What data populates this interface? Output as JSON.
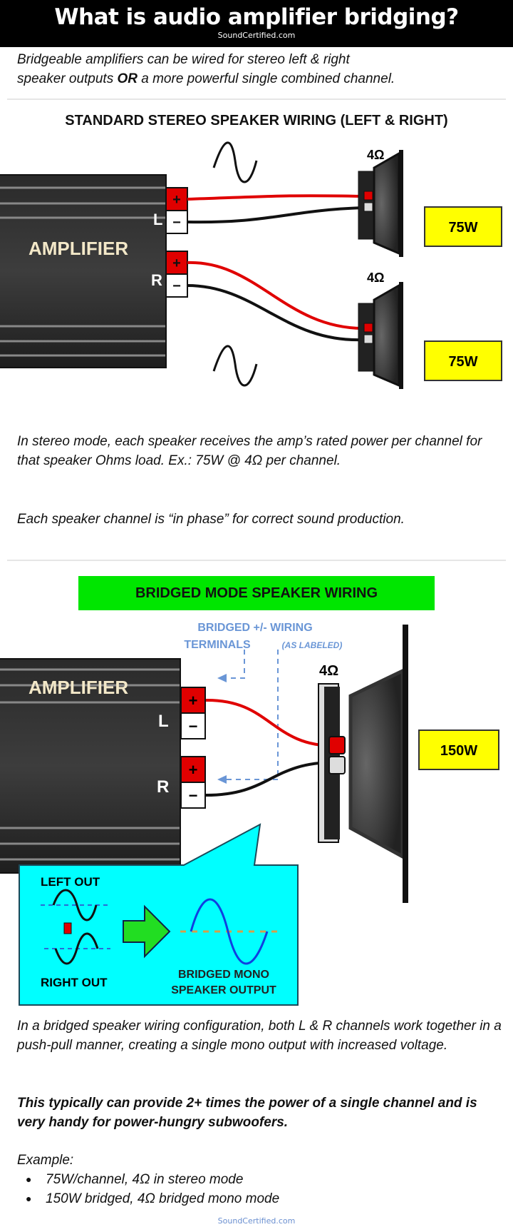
{
  "header": {
    "title": "What is audio amplifier bridging?",
    "site": "SoundCertified.com"
  },
  "intro": {
    "line1": "Bridgeable amplifiers can be wired for stereo left & right",
    "line2_pre": "speaker outputs ",
    "line2_bold": "OR",
    "line2_post": " a more powerful single combined channel."
  },
  "stereo": {
    "heading": "STANDARD STEREO SPEAKER WIRING (LEFT & RIGHT)",
    "amp_label": "AMPLIFIER",
    "left": "L",
    "right": "R",
    "plus": "+",
    "minus": "−",
    "ohms_top": "4Ω",
    "ohms_bottom": "4Ω",
    "power_top": "75W",
    "power_bottom": "75W",
    "text1": "In stereo mode, each speaker receives the amp’s rated power per channel for that speaker Ohms load. Ex.: 75W @ 4Ω per channel.",
    "text2": "Each speaker channel is “in phase” for correct sound production."
  },
  "bridged": {
    "heading": "BRIDGED MODE SPEAKER WIRING",
    "callout1": "BRIDGED +/- WIRING",
    "callout2": "TERMINALS",
    "callout2_italic": "(AS LABELED)",
    "amp_label": "AMPLIFIER",
    "left": "L",
    "right": "R",
    "plus": "+",
    "minus": "−",
    "ohms": "4Ω",
    "power": "150W",
    "inset": {
      "left_out": "LEFT OUT",
      "right_out": "RIGHT OUT",
      "mono1": "BRIDGED MONO",
      "mono2": "SPEAKER OUTPUT"
    },
    "text1": "In a bridged speaker wiring configuration, both L & R channels work together in a push-pull manner, creating a single mono output with increased voltage.",
    "text2": "This typically can provide 2+ times the power of a single channel and is very handy for power-hungry subwoofers.",
    "example_label": "Example:",
    "examples": [
      "75W/channel, 4Ω in stereo mode",
      "150W bridged, 4Ω bridged mono mode"
    ]
  },
  "footer": "SoundCertified.com",
  "colors": {
    "power_box": "#ffff00",
    "banner": "#00e600",
    "inset": "#00ffff",
    "positive": "#e00000",
    "callout": "#6a96d6"
  }
}
